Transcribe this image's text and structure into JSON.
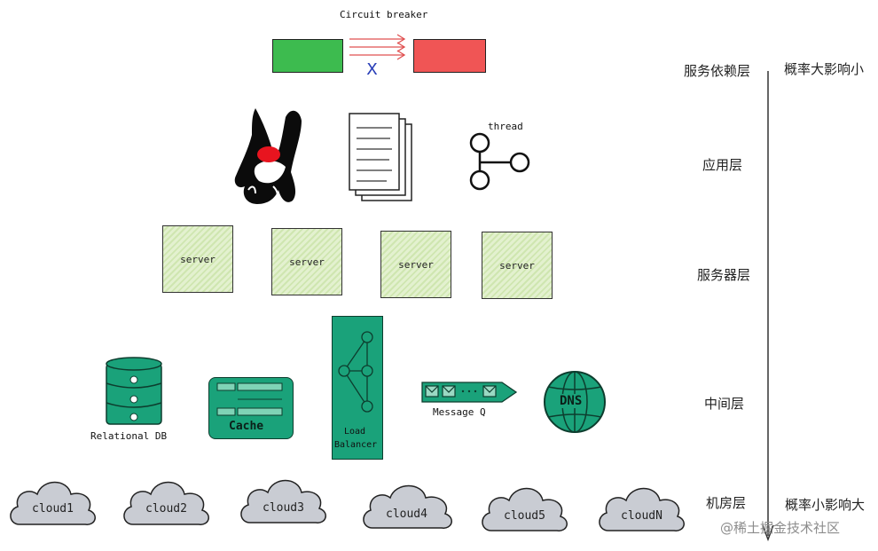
{
  "circuit": {
    "title": "Circuit breaker",
    "fail_mark": "X"
  },
  "thread": {
    "label": "thread"
  },
  "servers": [
    {
      "label": "server"
    },
    {
      "label": "server"
    },
    {
      "label": "server"
    },
    {
      "label": "server"
    }
  ],
  "middleware": {
    "db": "Relational DB",
    "cache": "Cache",
    "lb_line1": "Load",
    "lb_line2": "Balancer",
    "mq": "Message Q",
    "dns": "DNS"
  },
  "clouds": [
    {
      "label": "cloud1"
    },
    {
      "label": "cloud2"
    },
    {
      "label": "cloud3"
    },
    {
      "label": "cloud4"
    },
    {
      "label": "cloud5"
    },
    {
      "label": "cloudN"
    }
  ],
  "layers": {
    "dependency": "服务依赖层",
    "application": "应用层",
    "server": "服务器层",
    "middleware": "中间层",
    "datacenter": "机房层"
  },
  "probability": {
    "top": "概率大影响小",
    "bottom": "概率小影响大"
  },
  "watermark": "@稀土掘金技术社区",
  "colors": {
    "closed_green": "#3dbb4f",
    "open_red": "#f05555",
    "arrow_red": "#e05050",
    "accent_teal": "#1aa27a",
    "server_fill": "#d9ecc0",
    "cloud_fill": "#c9ccd3"
  }
}
